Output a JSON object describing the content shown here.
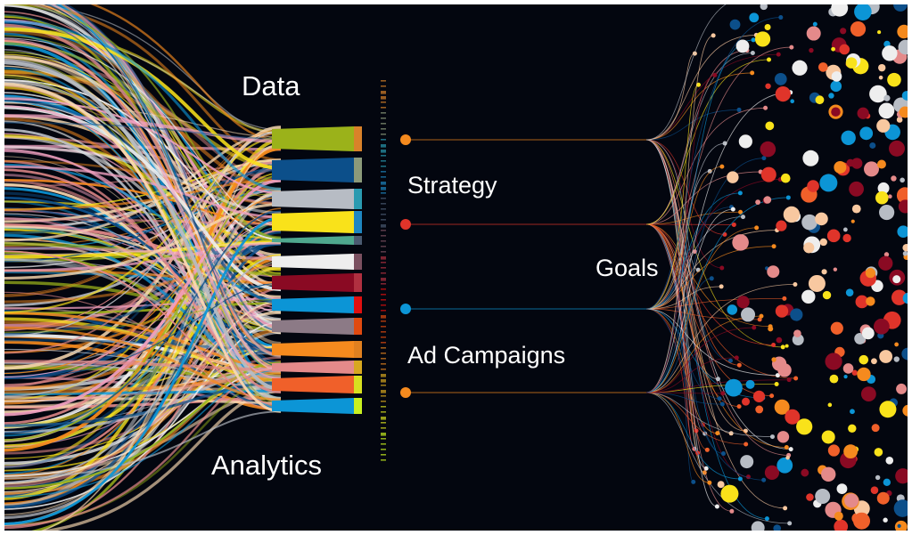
{
  "labels": {
    "data": "Data",
    "strategy": "Strategy",
    "goals": "Goals",
    "ad_campaigns": "Ad Campaigns",
    "analytics": "Analytics"
  },
  "colors": {
    "background": "#03060f",
    "bands": [
      "#9bb21a",
      "#0c4f8a",
      "#b7bcc4",
      "#f9e21a",
      "#4fa88e",
      "#eeeeee",
      "#8a0a23",
      "#0c95d6",
      "#8c7a86",
      "#f58a1e",
      "#e48a8a",
      "#f0602a",
      "#0c95d6"
    ],
    "caps": [
      "#d9822a",
      "#8c9a7a",
      "#2a9ab0",
      "#1e86c0",
      "#4a5a70",
      "#7a5060",
      "#b03040",
      "#e01010",
      "#e04a10",
      "#e08020",
      "#d8a820",
      "#d8e020",
      "#c8f020"
    ],
    "nodes": [
      "#f58a1e",
      "#e0342a",
      "#0c95d6",
      "#f58a1e"
    ],
    "palette": [
      "#f58a1e",
      "#e0342a",
      "#0c95d6",
      "#f9e21a",
      "#eeeeee",
      "#b7bcc4",
      "#e48a8a",
      "#8a0a23",
      "#0c4f8a",
      "#f8c8a0",
      "#f0602a"
    ]
  }
}
